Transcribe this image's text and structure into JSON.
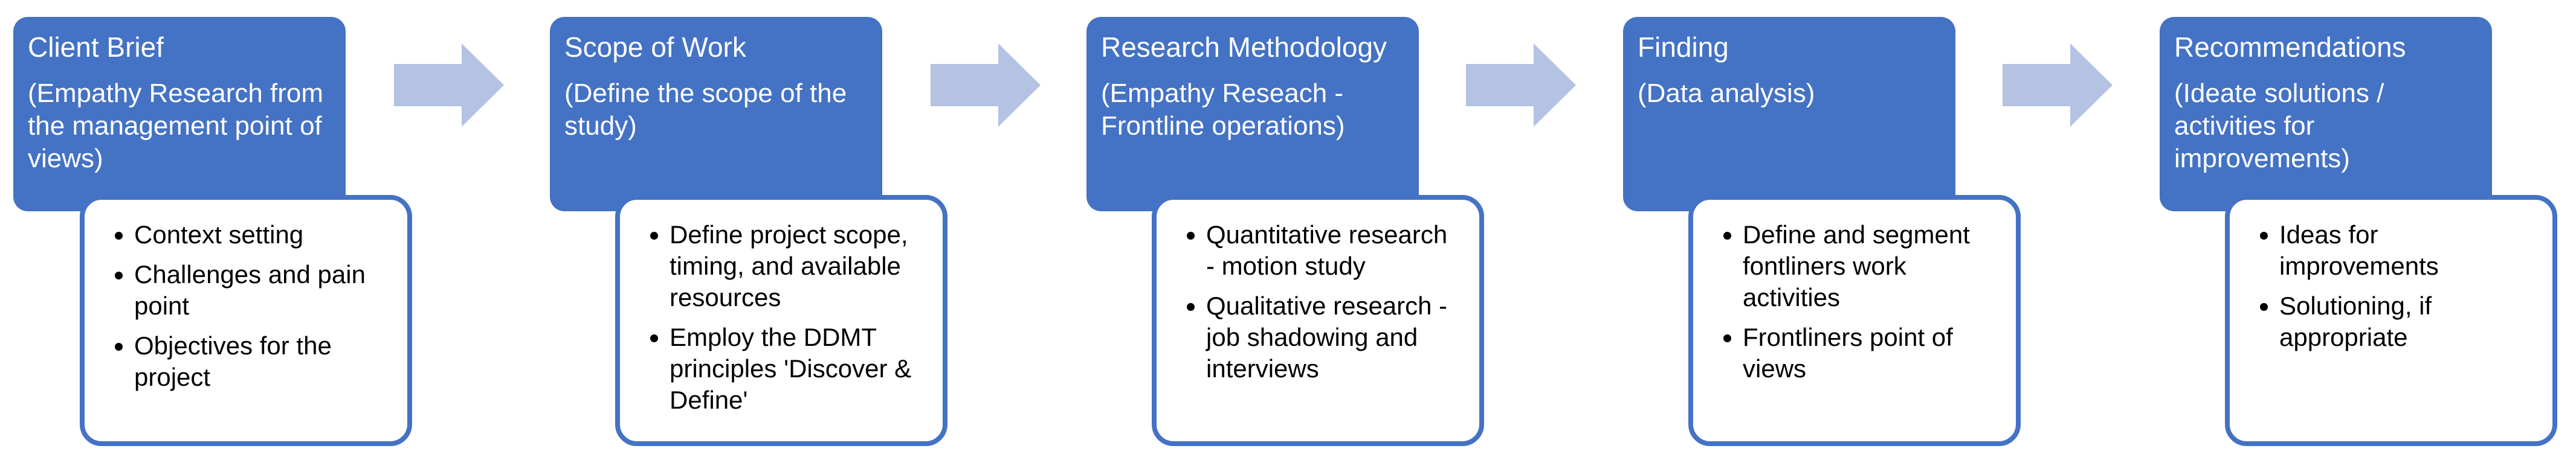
{
  "stages": [
    {
      "title": "Client Brief",
      "subtitle": "(Empathy Research from the management point of views)",
      "bullets": [
        "Context setting",
        "Challenges and pain point",
        "Objectives for the project"
      ]
    },
    {
      "title": "Scope of Work",
      "subtitle": "(Define the scope of the study)",
      "bullets": [
        "Define project scope, timing, and available resources",
        "Employ the DDMT principles 'Discover & Define'"
      ]
    },
    {
      "title": "Research Methodology",
      "subtitle": "(Empathy Reseach - Frontline operations)",
      "bullets": [
        "Quantitative research - motion study",
        "Qualitative research - job shadowing and interviews"
      ]
    },
    {
      "title": "Finding",
      "subtitle": "(Data analysis)",
      "bullets": [
        "Define and segment fontliners work activities",
        "Frontliners point of views"
      ]
    },
    {
      "title": "Recommendations",
      "subtitle": "(Ideate solutions / activities for improvements)",
      "bullets": [
        "Ideas for improvements",
        "Solutioning, if appropriate"
      ]
    }
  ],
  "colors": {
    "header_fill": "#4472c4",
    "detail_border": "#4472c4",
    "arrow_fill": "#b4c2e3"
  }
}
